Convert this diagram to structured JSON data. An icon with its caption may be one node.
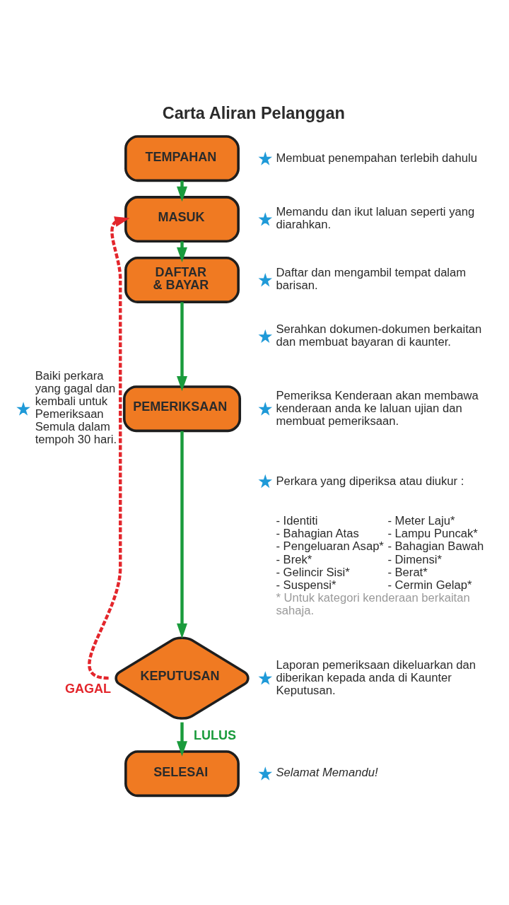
{
  "diagram": {
    "title": "Carta Aliran Pelanggan",
    "nodes": [
      {
        "text": [
          "TEMPAHAN"
        ],
        "beside": [
          "Membuat penempahan terlebih dahulu"
        ]
      },
      {
        "text": [
          "MASUK"
        ],
        "beside": [
          "Memandu dan ikut laluan seperti yang diarahkan."
        ]
      },
      {
        "text": [
          "DAFTAR & BAYAR"
        ],
        "beside": [
          "Daftar dan mengambil tempat dalam barisan.",
          "Serahkan dokumen-dokumen berkaitan dan membuat bayaran di kaunter."
        ]
      },
      {
        "text": [
          "PEMERIKSAAN"
        ],
        "beside": [
          "Pemeriksa Kenderaan akan membawa kenderaan anda ke laluan ujian dan membuat pemeriksaan.",
          "Perkara yang diperiksa atau diukur :",
          "- Identiti",
          "- Meter Laju*",
          "- Bahagian Atas",
          "- Lampu Puncak*",
          "- Pengeluaran Asap*",
          "- Bahagian Bawah",
          "- Brek*",
          "- Dimensi*",
          "- Gelincir Sisi*",
          "- Berat*",
          "- Suspensi*",
          "- Cermin Gelap*",
          "* Untuk kategori kenderaan berkaitan sahaja."
        ]
      },
      {
        "text": [
          "KEPUTUSAN"
        ],
        "beside": [
          "Laporan pemeriksaan dikeluarkan dan diberikan kepada anda di Kaunter Keputusan."
        ]
      },
      {
        "text": [
          "SELESAI"
        ],
        "beside": [
          "Selamat Memandu!"
        ]
      }
    ],
    "edges": [
      {
        "from": 0,
        "to": 1,
        "arrow": "to"
      },
      {
        "from": 1,
        "to": 2,
        "arrow": "to"
      },
      {
        "from": 2,
        "to": 3,
        "arrow": "to"
      },
      {
        "from": 3,
        "to": 4,
        "arrow": "to"
      },
      {
        "from": 4,
        "to": 1,
        "arrow": "to",
        "label": "GAGAL",
        "style": "dashed",
        "color": "#e3262c"
      },
      {
        "from": 4,
        "to": 5,
        "arrow": "to",
        "label": "LULUS"
      }
    ],
    "labels": [
      "Baiki perkara yang gagal dan kembali untuk Pemeriksaan Semula dalam tempoh 30 hari."
    ]
  }
}
